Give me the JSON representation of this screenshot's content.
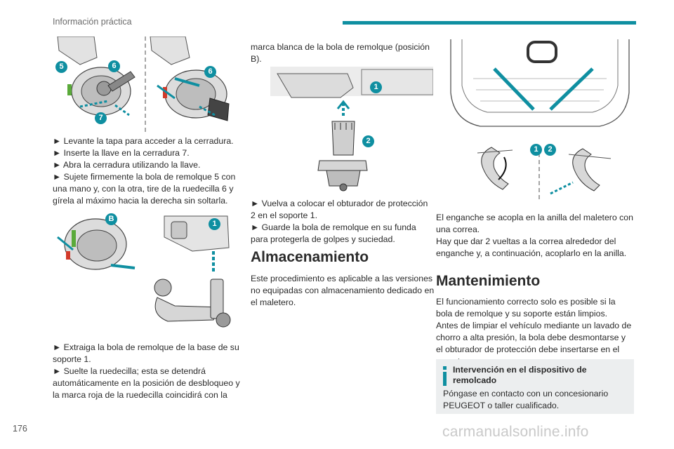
{
  "header": {
    "title": "Información práctica",
    "accent_color": "#0f8fa1"
  },
  "page_number": "176",
  "watermark": "carmanualsonline.info",
  "left_col": {
    "figure1_labels": [
      "5",
      "6",
      "7",
      "6"
    ],
    "steps_a": [
      "► Levante la tapa para acceder a la cerradura.",
      "► Inserte la llave en la cerradura 7.",
      "► Abra la cerradura utilizando la llave.",
      "► Sujete firmemente la bola de remolque 5 con una mano y, con la otra, tire de la ruedecilla 6 y gírela al máximo hacia la derecha sin soltarla."
    ],
    "figure2_labels": [
      "B",
      "1"
    ],
    "steps_b": [
      "► Extraiga la bola de remolque de la base de su soporte 1.",
      "► Suelte la ruedecilla; esta se detendrá automáticamente en la posición de desbloqueo y la marca roja de la ruedecilla coincidirá con la"
    ]
  },
  "mid_col": {
    "continuation": "marca blanca de la bola de remolque (posición B).",
    "figure_labels": [
      "1",
      "2"
    ],
    "steps": [
      "► Vuelva a colocar el obturador de protección 2 en el soporte 1.",
      "► Guarde la bola de remolque en su funda para protegerla de golpes y suciedad."
    ],
    "heading": "Almacenamiento",
    "body": "Este procedimiento es aplicable a las versiones no equipadas con almacenamiento dedicado en el maletero."
  },
  "right_col": {
    "figure_labels": [
      "1",
      "2"
    ],
    "para1": "El enganche se acopla en la anilla del maletero con una correa.",
    "para2": "Hay que dar 2 vueltas a la correa alrededor del enganche y, a continuación, acoplarlo en la anilla.",
    "heading": "Mantenimiento",
    "para3": "El funcionamiento correcto solo es posible si la bola de remolque y su soporte están limpios.",
    "para4": "Antes de limpiar el vehículo mediante un lavado de chorro a alta presión, la bola debe desmontarse y el obturador de protección debe insertarse en el soporte.",
    "info_title": "Intervención en el dispositivo de remolcado",
    "info_body": "Póngase en contacto con un concesionario PEUGEOT o taller cualificado."
  }
}
